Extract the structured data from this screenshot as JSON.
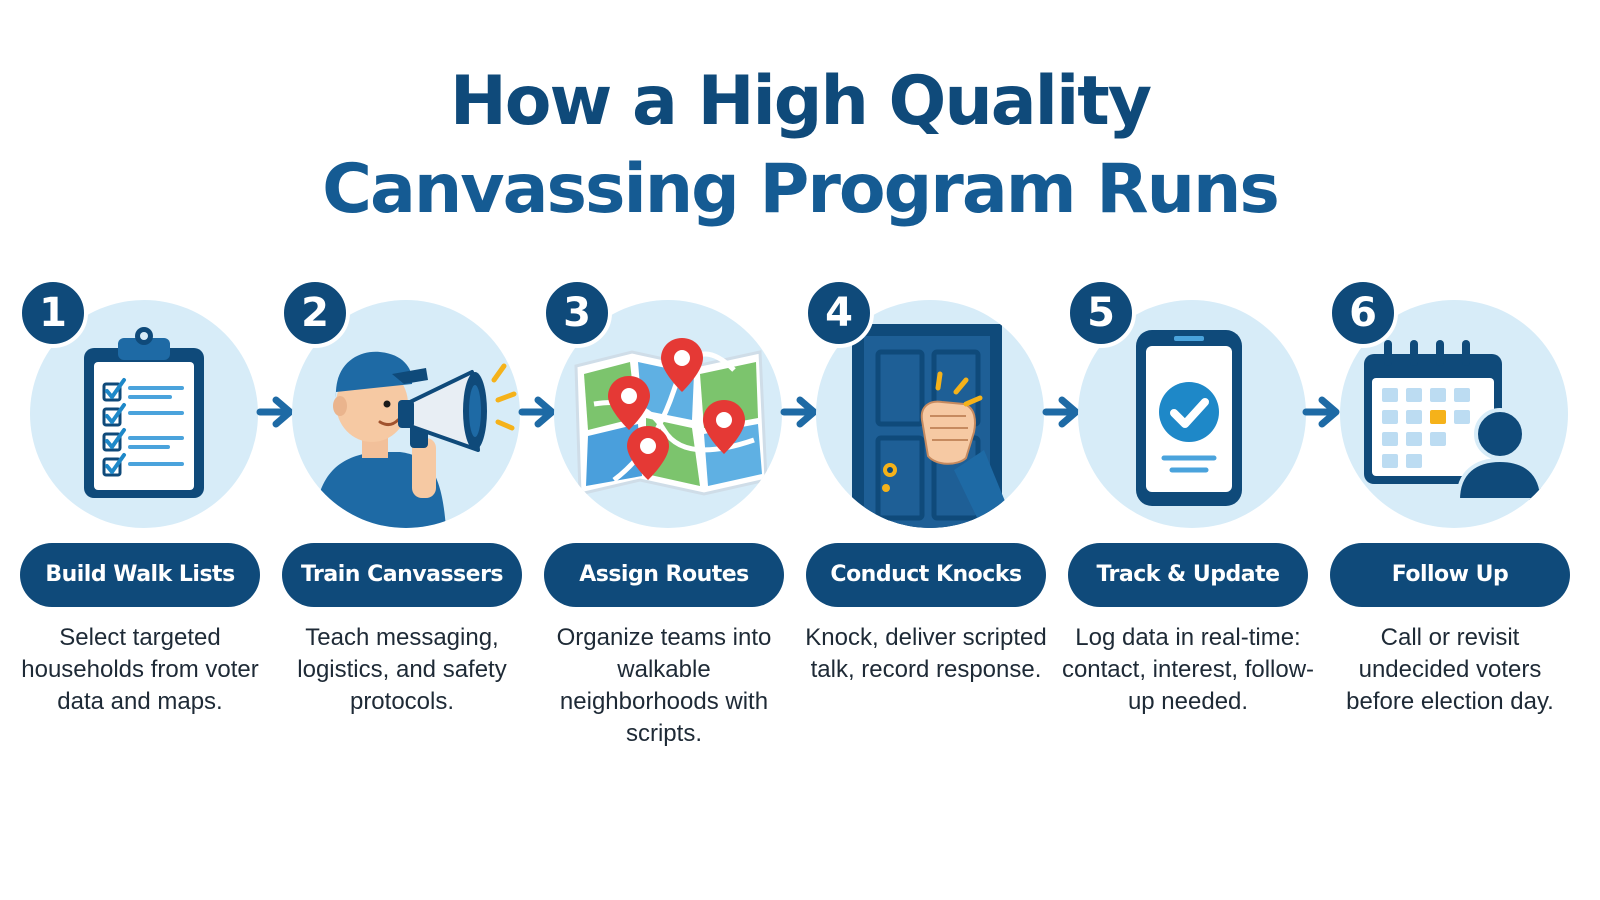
{
  "title": {
    "line1": "How a High Quality",
    "line2": "Canvassing Program Runs"
  },
  "colors": {
    "navy": "#0f4a7a",
    "circle_bg": "#d7ecf8",
    "map_pin": "#e53935",
    "check": "#1e88c8",
    "accent_yellow": "#f5b21a"
  },
  "steps": [
    {
      "number": "1",
      "label": "Build Walk Lists",
      "description": "Select targeted households from voter data and maps.",
      "icon": "clipboard-checklist-icon"
    },
    {
      "number": "2",
      "label": "Train Canvassers",
      "description": "Teach messaging, logistics, and safety protocols.",
      "icon": "megaphone-person-icon"
    },
    {
      "number": "3",
      "label": "Assign Routes",
      "description": "Organize teams into walkable neighborhoods with scripts.",
      "icon": "map-pins-icon"
    },
    {
      "number": "4",
      "label": "Conduct Knocks",
      "description": "Knock, deliver scripted talk, record response.",
      "icon": "door-knock-icon"
    },
    {
      "number": "5",
      "label": "Track & Update",
      "description": "Log data in real-time: contact, interest, follow-up needed.",
      "icon": "phone-check-icon"
    },
    {
      "number": "6",
      "label": "Follow Up",
      "description": "Call or revisit undecided voters before election day.",
      "icon": "calendar-person-icon"
    }
  ]
}
